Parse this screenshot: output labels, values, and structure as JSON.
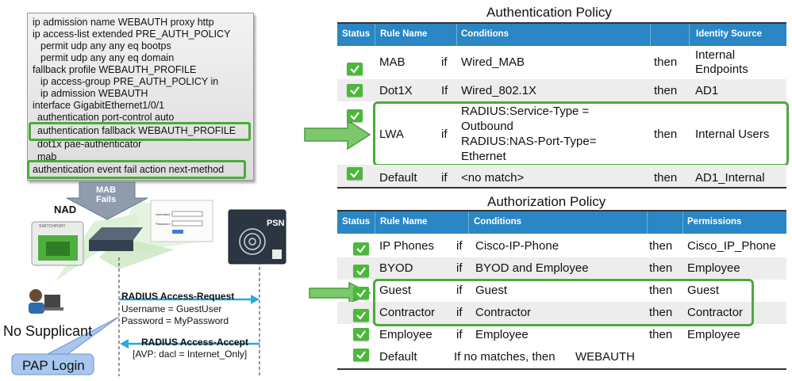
{
  "cli": {
    "lines": [
      "ip admission name WEBAUTH proxy http",
      "ip access-list extended PRE_AUTH_POLICY",
      "  permit udp any any eq bootps",
      "  permit udp any any eq domain",
      "fallback profile WEBAUTH_PROFILE",
      "  ip access-group PRE_AUTH_POLICY in",
      "  ip admission WEBAUTH",
      "interface GigabitEthernet1/0/1",
      "  authentication port-control auto",
      "  authentication fallback WEBAUTH_PROFILE",
      "  dot1x pae-authenticator",
      "  mab",
      "authentication event fail action next-method"
    ]
  },
  "diagram": {
    "mab_fails": "MAB\nFails",
    "nad_label": "NAD",
    "switchport_label": "SWITCHPORT",
    "psn_label": "PSN",
    "login_username": "Username",
    "login_password": "Password",
    "request_title": "RADIUS Access-Request",
    "request_user": "Username = GuestUser",
    "request_pass": "Password = MyPassword",
    "accept_title": "RADIUS Access-Accept",
    "accept_avp": "[AVP: dacl = Internet_Only]",
    "no_supplicant": "No Supplicant",
    "pap_login": "PAP Login"
  },
  "authentication_policy": {
    "title": "Authentication Policy",
    "headers": {
      "status": "Status",
      "rule_name": "Rule Name",
      "conditions": "Conditions",
      "identity_source": "Identity Source"
    },
    "rows": [
      {
        "name": "MAB",
        "if": "if",
        "conditions": [
          "Wired_MAB"
        ],
        "then": "then",
        "result": [
          "Internal",
          "Endpoints"
        ]
      },
      {
        "name": "Dot1X",
        "if": "If",
        "conditions": [
          "Wired_802.1X"
        ],
        "then": "then",
        "result": [
          "AD1"
        ]
      },
      {
        "name": "LWA",
        "if": "if",
        "conditions": [
          "RADIUS:Service-Type =",
          "Outbound",
          "RADIUS:NAS-Port-Type=",
          "Ethernet"
        ],
        "then": "then",
        "result": [
          "Internal Users"
        ]
      },
      {
        "name": "Default",
        "if": "if",
        "conditions": [
          "<no match>"
        ],
        "then": "then",
        "result": [
          "AD1_Internal"
        ]
      }
    ]
  },
  "authorization_policy": {
    "title": "Authorization Policy",
    "headers": {
      "status": "Status",
      "rule_name": "Rule Name",
      "conditions": "Conditions",
      "permissions": "Permissions"
    },
    "rows": [
      {
        "name": "IP Phones",
        "if": "if",
        "conditions": "Cisco-IP-Phone",
        "then": "then",
        "result": "Cisco_IP_Phone"
      },
      {
        "name": "BYOD",
        "if": "if",
        "conditions": "BYOD and Employee",
        "then": "then",
        "result": "Employee"
      },
      {
        "name": "Guest",
        "if": "if",
        "conditions": "Guest",
        "then": "then",
        "result": "Guest"
      },
      {
        "name": "Contractor",
        "if": "if",
        "conditions": "Contractor",
        "then": "then",
        "result": "Contractor"
      },
      {
        "name": "Employee",
        "if": "if",
        "conditions": "Employee",
        "then": "then",
        "result": "Employee"
      },
      {
        "name": "Default",
        "conditions": "If no matches, then",
        "result": "WEBAUTH"
      }
    ]
  },
  "colors": {
    "highlight_green": "#4caa3c",
    "header_blue": "#2a86c4",
    "check_green": "#4bb83a",
    "arrow_blue": "#29a9e0",
    "callout_blue": "#a8c6ee"
  }
}
